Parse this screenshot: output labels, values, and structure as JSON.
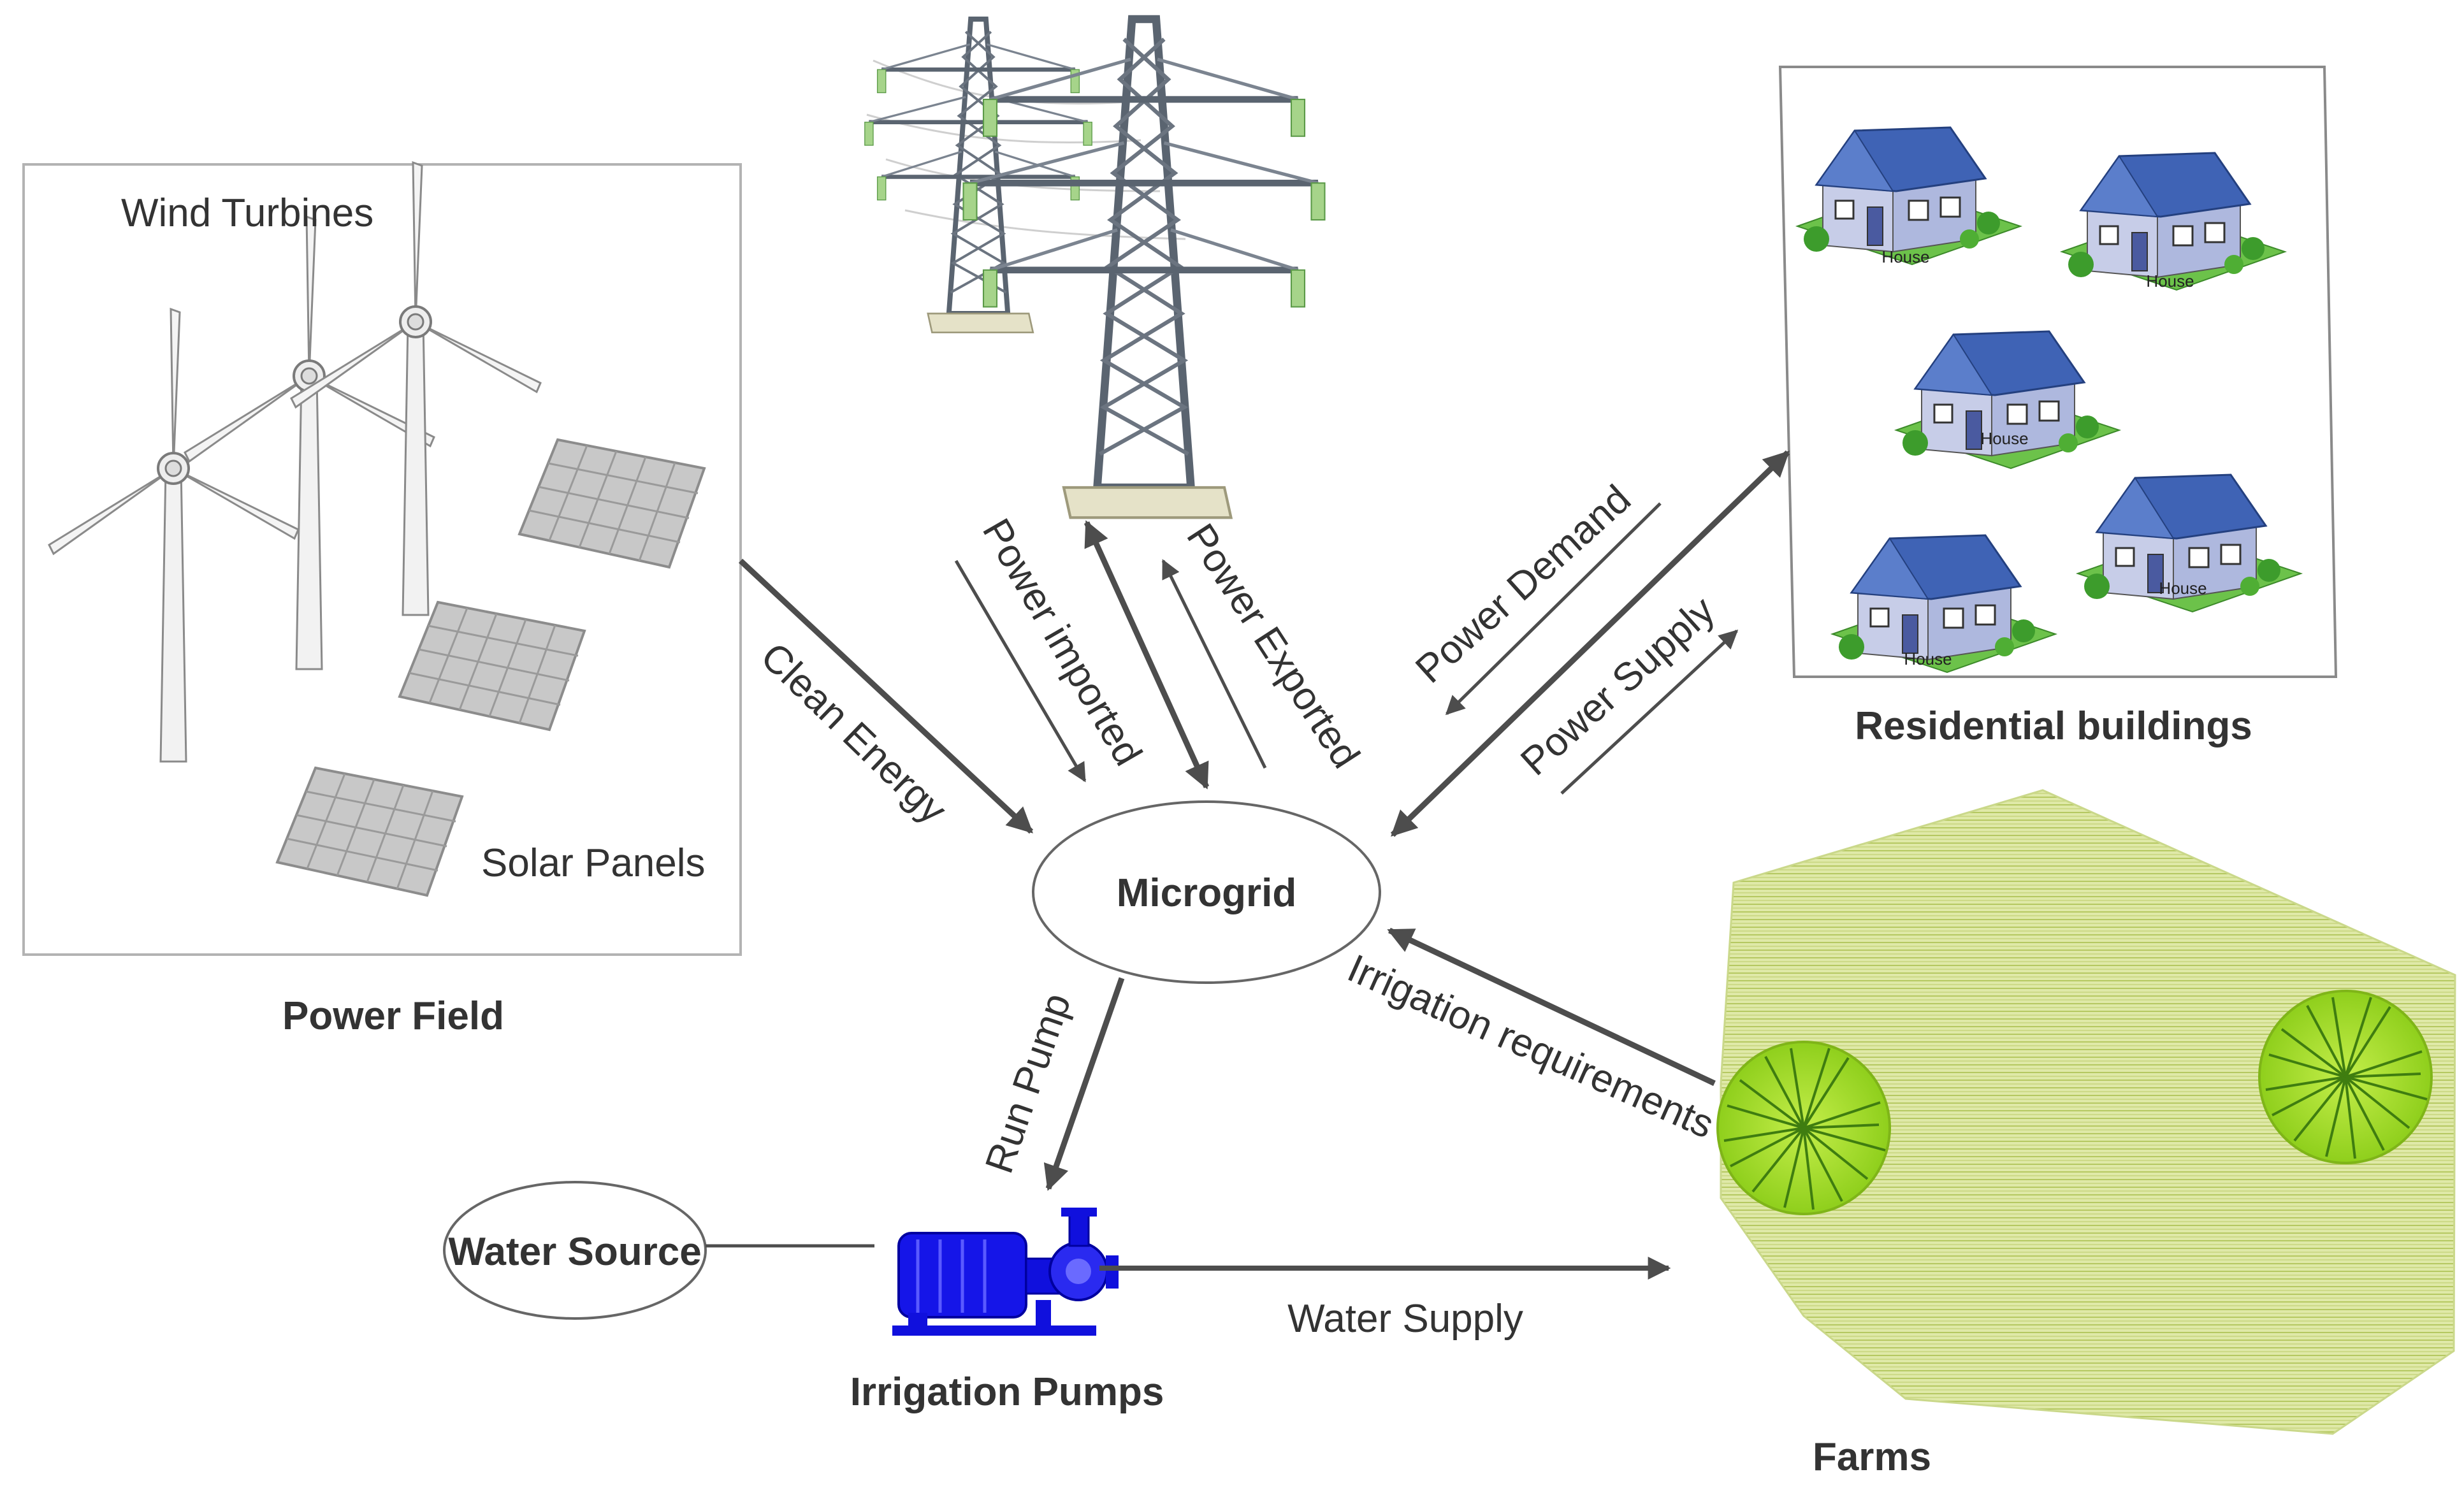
{
  "power_field": {
    "title": "Power Field",
    "wind_label": "Wind Turbines",
    "solar_label": "Solar Panels"
  },
  "microgrid": {
    "label": "Microgrid"
  },
  "residential": {
    "title": "Residential buildings",
    "house_label": "House"
  },
  "farms": {
    "title": "Farms"
  },
  "water_source": {
    "label": "Water Source"
  },
  "pumps": {
    "title": "Irrigation Pumps"
  },
  "flows": {
    "clean_energy": "Clean Energy",
    "power_imported": "Power imported",
    "power_exported": "Power Exported",
    "power_demand": "Power Demand",
    "power_supply": "Power Supply",
    "irrigation_requirements": "Irrigation requirements",
    "run_pump": "Run Pump",
    "water_supply": "Water Supply"
  },
  "colors": {
    "arrow": "#4d4d4d",
    "pump": "#1010dd",
    "roof": "#3f63b5",
    "wall": "#b9c2e0",
    "lawn": "#6cc24a",
    "farm": "#d6e39a",
    "tree": "#a6dd2a",
    "tower": "#5a6470"
  }
}
